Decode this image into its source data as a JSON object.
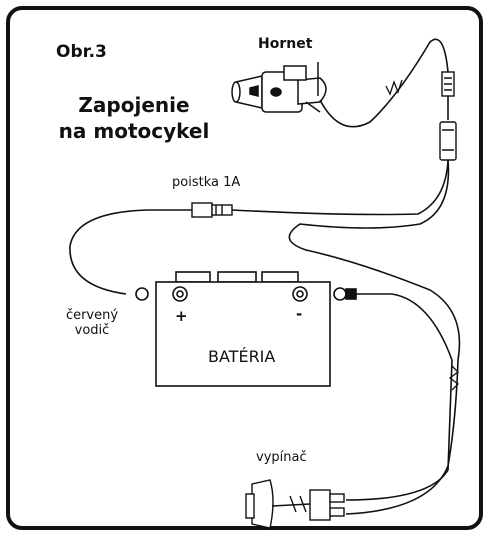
{
  "figure_number": "Obr.3",
  "title_line1": "Zapojenie",
  "title_line2": "na motocykel",
  "device_label": "Hornet",
  "fuse_label": "poistka 1A",
  "red_wire_label_line1": "červený",
  "red_wire_label_line2": "vodič",
  "battery_label": "BATÉRIA",
  "battery_plus": "+",
  "battery_minus": "-",
  "switch_label": "vypínač"
}
